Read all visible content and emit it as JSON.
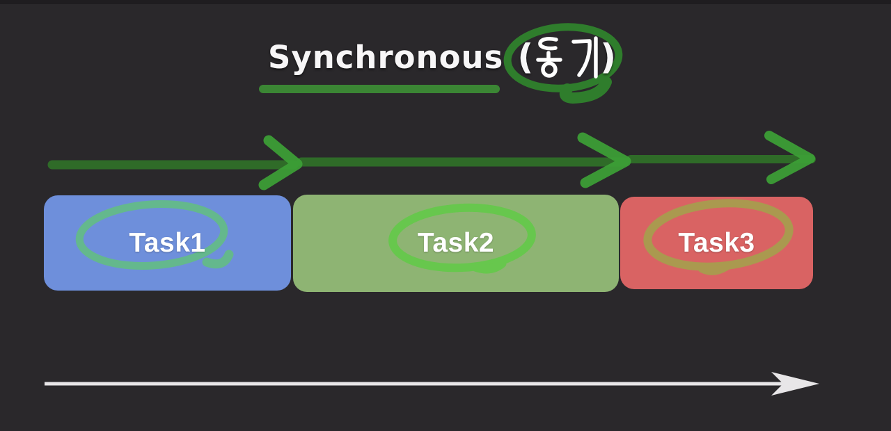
{
  "title": {
    "main": "Synchronous",
    "annotation": "(동기)",
    "annotation_open": "(",
    "annotation_hangul": "동기",
    "annotation_close": ")"
  },
  "tasks": [
    {
      "label": "Task1",
      "box_color": "#6e8fdb",
      "circle_color": "#63bd85"
    },
    {
      "label": "Task2",
      "box_color": "#8eb473",
      "circle_color": "#61cb47"
    },
    {
      "label": "Task3",
      "box_color": "#d96363",
      "circle_color": "#a69f4d"
    }
  ],
  "colors": {
    "background": "#2a282b",
    "top_strip": "#1f1d20",
    "title_text": "#f7f6f7",
    "title_underline": "#3b8634",
    "annotation_circle": "#2f7d2c",
    "flow_arrow_line": "#2f6b28",
    "flow_arrow_head": "#3da136",
    "timeline_arrow": "#e8e6e8",
    "task_label": "#ffffff",
    "hangul_stroke": "#ffffff"
  }
}
